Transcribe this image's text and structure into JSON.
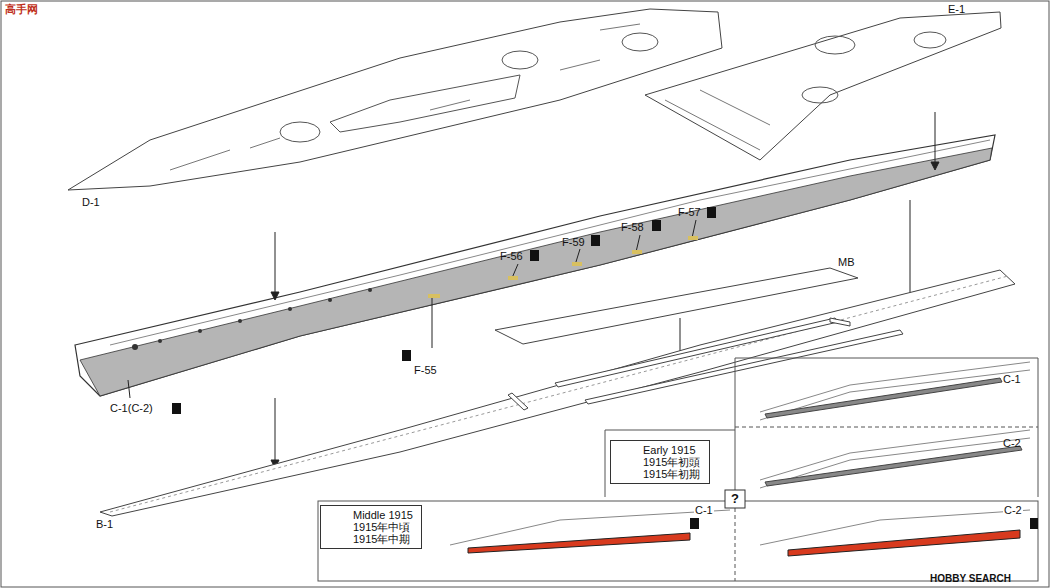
{
  "diagram": {
    "nodes": [
      {
        "text": [
          "Early 1915",
          "1915年初頭",
          "1915年初期"
        ]
      },
      {
        "text": [
          "Middle 1915",
          "1915年中頃",
          "1915年中期"
        ]
      }
    ],
    "labels": [
      "D-1",
      "E-1",
      "F-57",
      "F-58",
      "F-59",
      "F-56",
      "MB",
      "F-55",
      "C-1(C-2)",
      "B-1",
      "C-1",
      "C-2",
      "!",
      "?",
      "!",
      "C-1",
      "C-2",
      "HOBBY SEARCH",
      "高手网"
    ]
  }
}
